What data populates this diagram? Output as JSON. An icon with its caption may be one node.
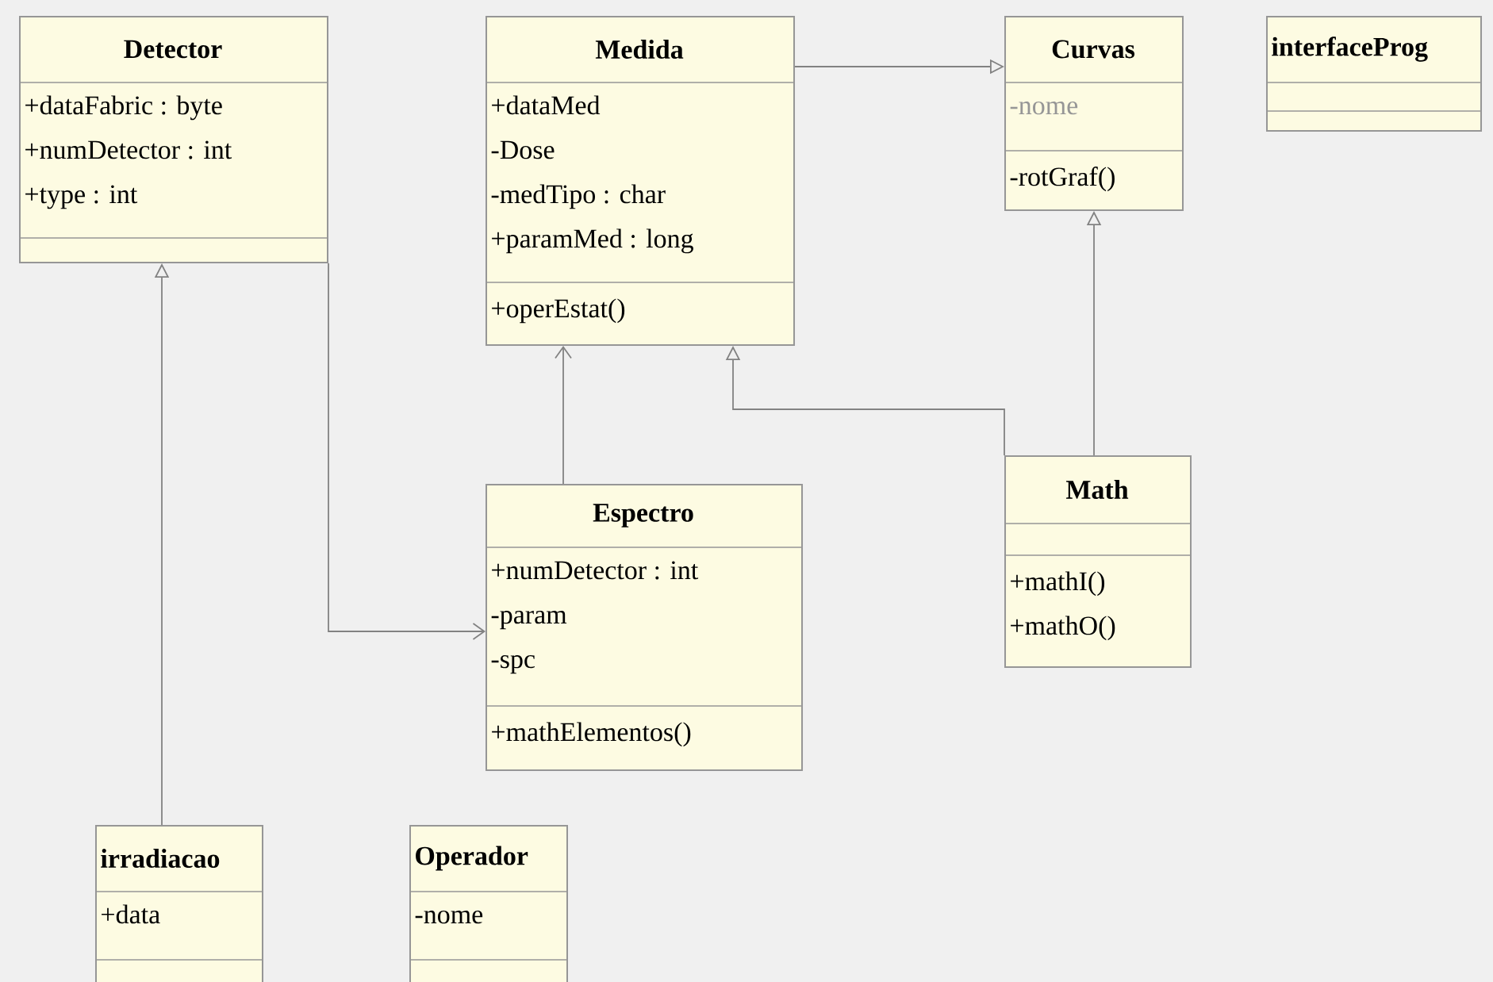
{
  "diagram": {
    "nodes": [
      {
        "text": [
          "Detector",
          "+dataFabric : byte",
          "+numDetector : int",
          "+type : int"
        ]
      },
      {
        "text": [
          "Medida",
          "+dataMed",
          "-Dose",
          "-medTipo : char",
          "+paramMed : long",
          "+operEstat()"
        ]
      },
      {
        "text": [
          "Curvas",
          "-nome",
          "-rotGraf()"
        ]
      },
      {
        "text": [
          "interfaceProg"
        ]
      },
      {
        "text": [
          "Espectro",
          "+numDetector : int",
          "-param",
          "-spc",
          "+mathElementos()"
        ]
      },
      {
        "text": [
          "Math",
          "+mathI()",
          "+mathO()"
        ]
      },
      {
        "text": [
          "irradiacao",
          "+data"
        ]
      },
      {
        "text": [
          "Operador",
          "-nome"
        ]
      }
    ],
    "edges": [
      {
        "from": 1,
        "to": 2,
        "arrow": "to"
      },
      {
        "from": 5,
        "to": 2,
        "arrow": "to"
      },
      {
        "from": 4,
        "to": 1,
        "arrow": "to"
      },
      {
        "from": 5,
        "to": 1,
        "arrow": "to"
      },
      {
        "from": 0,
        "to": 4,
        "arrow": "to"
      },
      {
        "from": 6,
        "to": 0,
        "arrow": "to"
      }
    ]
  }
}
